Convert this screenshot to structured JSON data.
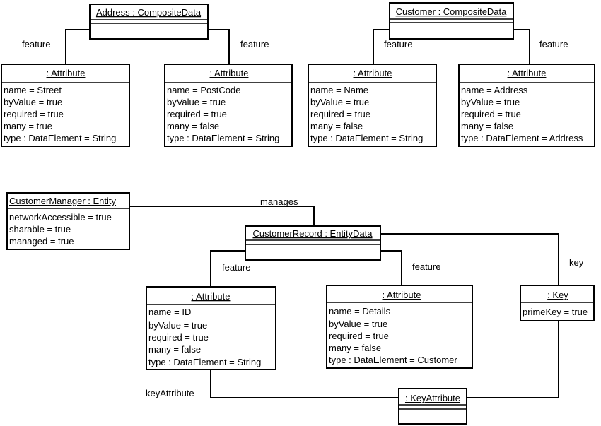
{
  "colors": {
    "background": "#ffffff",
    "stroke": "#000000",
    "text": "#000000"
  },
  "objects": {
    "address": {
      "title": "Address : CompositeData",
      "attrs": []
    },
    "customer": {
      "title": "Customer : CompositeData",
      "attrs": []
    },
    "attr_street": {
      "title": ": Attribute",
      "attrs": [
        "name = Street",
        "byValue = true",
        "required = true",
        "many = true",
        "type : DataElement = String"
      ]
    },
    "attr_postcode": {
      "title": ": Attribute",
      "attrs": [
        "name = PostCode",
        "byValue = true",
        "required = true",
        "many = false",
        "type : DataElement = String"
      ]
    },
    "attr_name": {
      "title": ": Attribute",
      "attrs": [
        "name = Name",
        "byValue = true",
        "required = true",
        "many = false",
        "type : DataElement = String"
      ]
    },
    "attr_address": {
      "title": ": Attribute",
      "attrs": [
        "name = Address",
        "byValue = true",
        "required = true",
        "many = false",
        "type : DataElement = Address"
      ]
    },
    "customer_manager": {
      "title": "CustomerManager : Entity",
      "attrs": [
        "networkAccessible = true",
        "sharable = true",
        "managed = true"
      ]
    },
    "customer_record": {
      "title": "CustomerRecord : EntityData",
      "attrs": []
    },
    "attr_id": {
      "title": ": Attribute",
      "attrs": [
        "name = ID",
        "byValue = true",
        "required = true",
        "many = false",
        "type : DataElement = String"
      ]
    },
    "attr_details": {
      "title": ": Attribute",
      "attrs": [
        "name = Details",
        "byValue = true",
        "required = true",
        "many = false",
        "type : DataElement = Customer"
      ]
    },
    "key": {
      "title": ": Key",
      "attrs": [
        "primeKey = true"
      ]
    },
    "key_attribute": {
      "title": ": KeyAttribute",
      "attrs": []
    }
  },
  "edge_labels": {
    "address_feature_left": "feature",
    "address_feature_right": "feature",
    "customer_feature_left": "feature",
    "customer_feature_right": "feature",
    "manages": "manages",
    "record_feature_left": "feature",
    "record_feature_right": "feature",
    "key": "key",
    "key_attribute": "keyAttribute"
  }
}
